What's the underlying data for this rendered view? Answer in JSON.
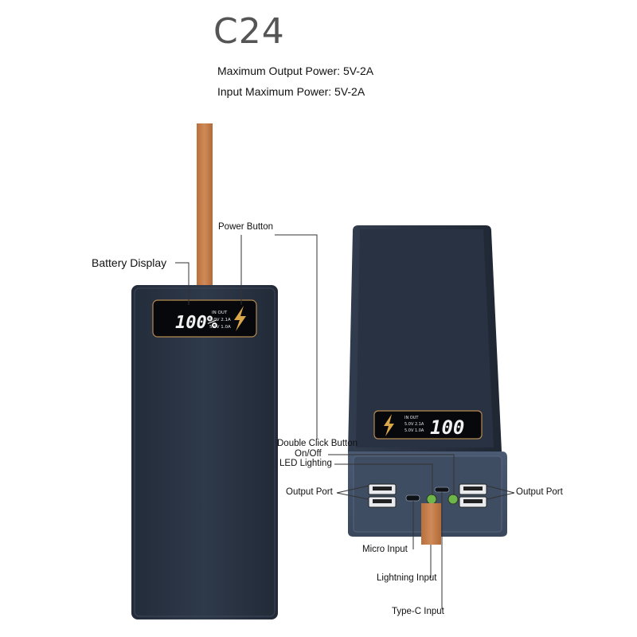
{
  "title": "C24",
  "specs": {
    "max_output": "Maximum Output Power: 5V-2A",
    "max_input": "Input Maximum Power: 5V-2A"
  },
  "labels": {
    "battery_display": "Battery Display",
    "power_button": "Power Button",
    "double_click_button": "Double Click Button",
    "on_off": "On/Off",
    "led_lighting": "LED Lighting",
    "output_port_left": "Output Port",
    "output_port_right": "Output Port",
    "micro_input": "Micro Input",
    "lightning_input": "Lightning Input",
    "type_c_input": "Type-C Input"
  },
  "front_display": {
    "percent": "100%",
    "line1": "IN OUT",
    "line2": "5.0V 2.1A",
    "line3": "5.0V 1.0A"
  },
  "side_display": {
    "percent": "100",
    "line1": "IN OUT",
    "line2": "5.0V 2.1A",
    "line3": "5.0V 1.0A"
  },
  "colors": {
    "body": "#2c3646",
    "strap": "#c07a48",
    "accent_bolt": "#d9a74a",
    "display_bg": "#05070a"
  }
}
